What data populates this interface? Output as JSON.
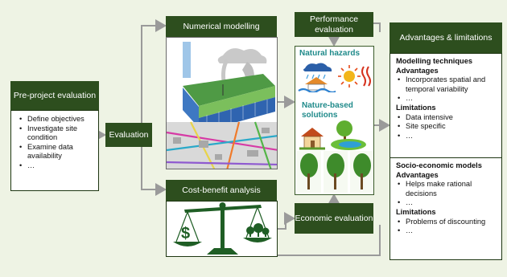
{
  "pre_project": {
    "title": "Pre-project evaluation",
    "items": [
      "Define objectives",
      "Investigate site condition",
      "Examine data availability",
      "…"
    ]
  },
  "evaluation": {
    "label": "Evaluation"
  },
  "numerical_modelling": {
    "title": "Numerical modelling"
  },
  "cost_benefit": {
    "title": "Cost-benefit analysis"
  },
  "performance": {
    "title": "Performance evaluation"
  },
  "economic": {
    "title": "Economic evaluation"
  },
  "natural_hazards": {
    "title": "Natural hazards"
  },
  "nature_based": {
    "title": "Nature-based solutions"
  },
  "adv_lim": {
    "title": "Advantages & limitations",
    "modelling": {
      "heading": "Modelling techniques",
      "advantages_heading": "Advantages",
      "advantages": [
        "Incorporates spatial and temporal variability",
        "…"
      ],
      "limitations_heading": "Limitations",
      "limitations": [
        "Data intensive",
        "Site specific",
        "…"
      ]
    },
    "socio": {
      "heading": "Socio-economic models",
      "advantages_heading": "Advantages",
      "advantages": [
        "Helps make rational decisions",
        "…"
      ],
      "limitations_heading": "Limitations",
      "limitations": [
        "Problems of discounting",
        "…"
      ]
    }
  },
  "colors": {
    "dark_green": "#2d4e1e",
    "background": "#eef3e4",
    "arrow": "#9a9a9a",
    "teal_heading": "#1f8a8a"
  }
}
